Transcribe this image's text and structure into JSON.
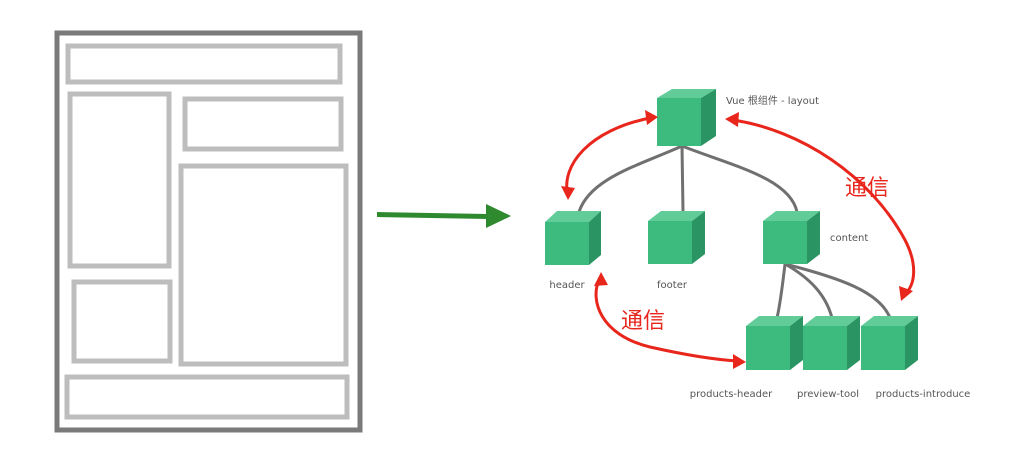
{
  "colors": {
    "outer_frame": "#7a7a7a",
    "inner_frame": "#bdbdbd",
    "arrow": "#2f8a2f",
    "cube_front": "#3dba7e",
    "cube_top": "#62cc98",
    "cube_side": "#2a9563",
    "tree_line": "#707070",
    "comm_arrow": "#e8261c"
  },
  "diagram": {
    "nodes": [
      {
        "id": "root",
        "label": "Vue 根组件 - layout"
      },
      {
        "id": "header",
        "label": "header"
      },
      {
        "id": "footer",
        "label": "footer"
      },
      {
        "id": "content",
        "label": "content"
      },
      {
        "id": "products_header",
        "label": "products-header"
      },
      {
        "id": "preview_tool",
        "label": "preview-tool"
      },
      {
        "id": "products_introduce",
        "label": "products-introduce"
      }
    ],
    "communication_labels": [
      "通信",
      "通信"
    ]
  }
}
